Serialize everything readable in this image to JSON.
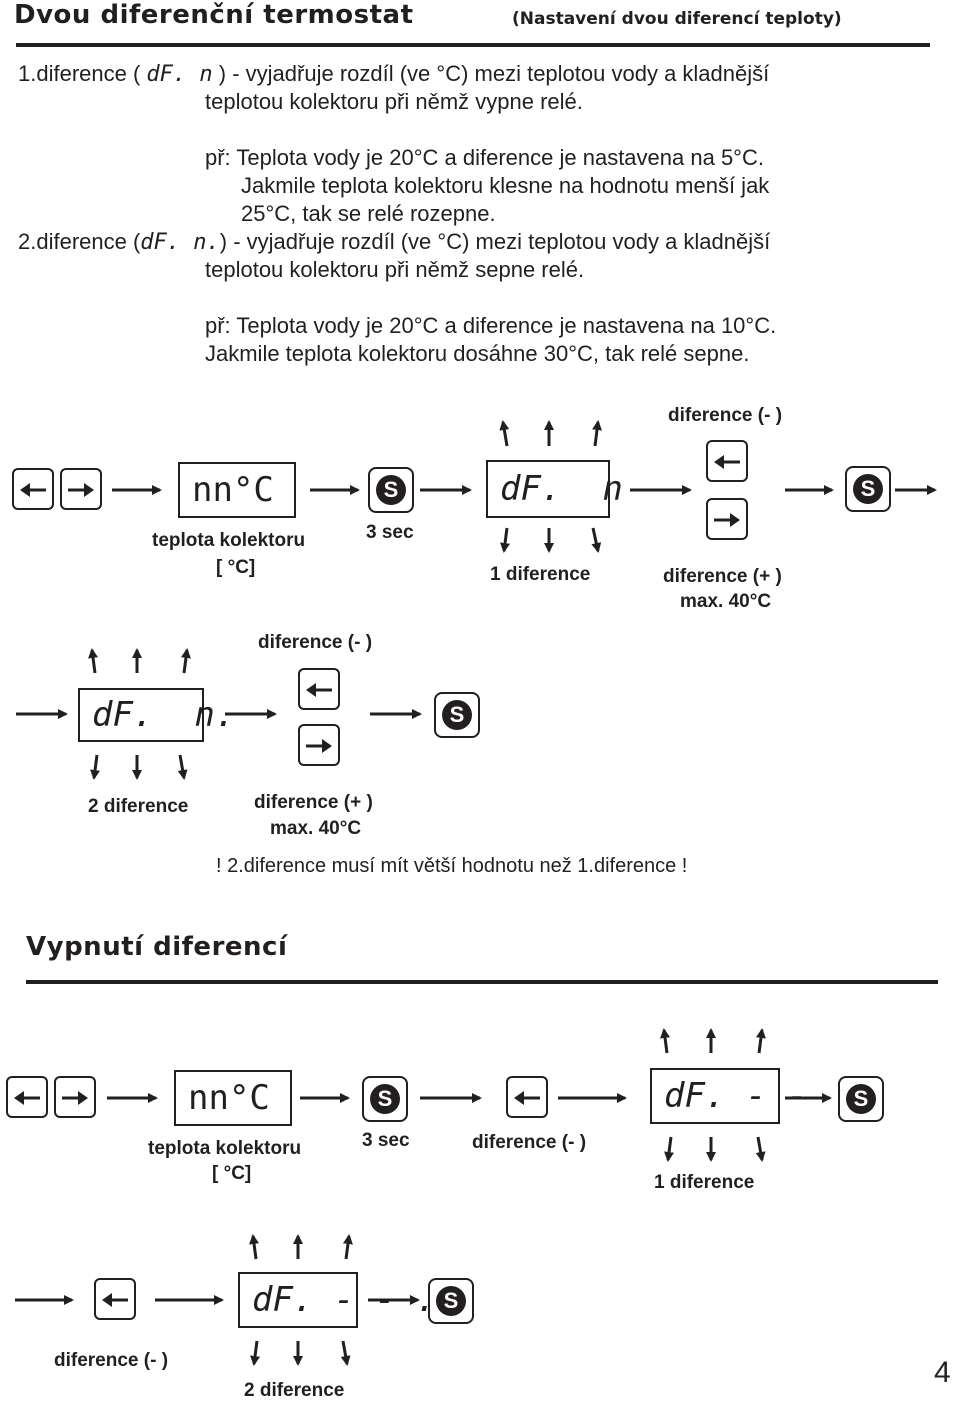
{
  "section1": {
    "title": "Dvou diferenční termostat",
    "subtitle": "(Nastavení dvou diferencí teploty)"
  },
  "text": {
    "d1_prefix": "1.diference (",
    "d1_code": "dF. n",
    "d1_suffix": ") - vyjadřuje rozdíl (ve °C) mezi teplotou vody a kladnější",
    "d1_line2": "teplotou kolektoru při němž vypne relé.",
    "ex1_line1": "př: Teplota vody je 20°C a diference je nastavena na 5°C.",
    "ex1_line2": "Jakmile teplota kolektoru klesne na hodnotu menší jak",
    "ex1_line3": "25°C, tak se relé rozepne.",
    "d2_prefix": "2.diference (",
    "d2_code": "dF. n.",
    "d2_suffix": ") - vyjadřuje rozdíl (ve °C) mezi teplotou vody a kladnější",
    "d2_line2": "teplotou kolektoru při němž sepne relé.",
    "ex2_line1": "př: Teplota vody je 20°C a diference je nastavena na 10°C.",
    "ex2_line2": "Jakmile teplota kolektoru dosáhne 30°C, tak relé sepne."
  },
  "diagram1": {
    "display_main": "nn°C",
    "display_d1": "dF.  n",
    "display_d2": "dF.  n.",
    "label_collector": "teplota kolektoru",
    "label_unit": "[ °C]",
    "label_3sec": "3 sec",
    "label_diff_minus": "diference (- )",
    "label_diff_plus": "diference (+ )",
    "label_max": "max. 40°C",
    "label_1diff": "1 diference",
    "label_2diff": "2 diference",
    "warning": "! 2.diference musí mít větší hodnotu než 1.diference !",
    "set_key": "S"
  },
  "section2": {
    "title": "Vypnutí diferencí"
  },
  "diagram2": {
    "display_main": "nn°C",
    "display_d1": "dF. - -",
    "display_d2": "dF. - - .",
    "label_collector": "teplota kolektoru",
    "label_unit": "[ °C]",
    "label_3sec": "3 sec",
    "label_diff_minus": "diference (- )",
    "label_1diff": "1 diference",
    "label_2diff": "2 diference",
    "set_key": "S"
  },
  "page_number": "4"
}
